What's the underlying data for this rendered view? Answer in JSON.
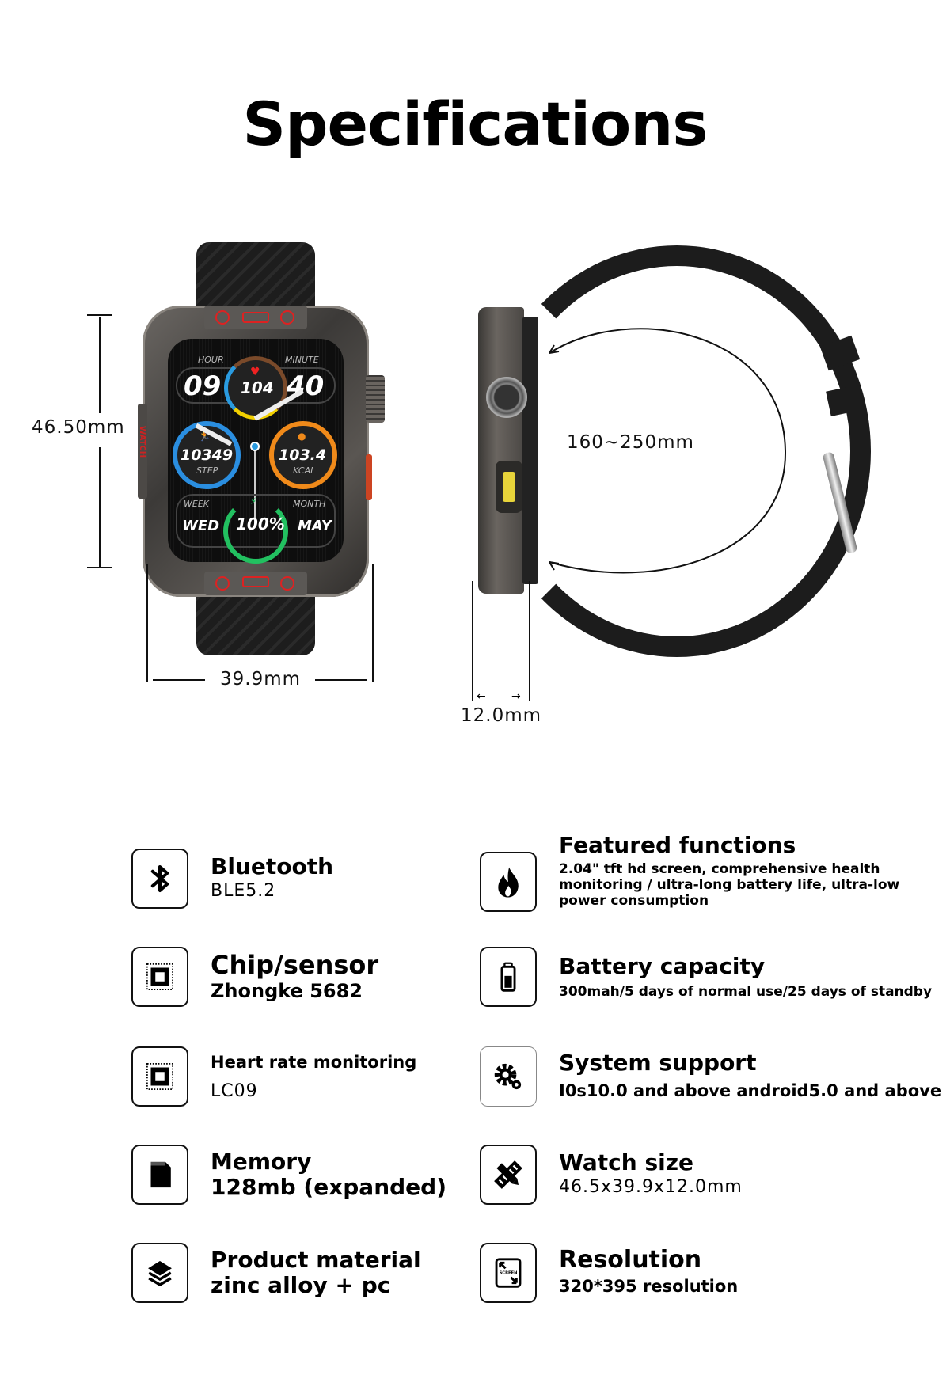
{
  "page": {
    "title": "Specifications"
  },
  "watch_front": {
    "face": {
      "hour_label": "HOUR",
      "minute_label": "MINUTE",
      "hour": "09",
      "minute": "40",
      "heart_rate": "104",
      "steps": "10349",
      "steps_label": "STEP",
      "kcal": "103.4",
      "kcal_label": "KCAL",
      "week_label": "WEEK",
      "month_label": "MONTH",
      "weekday": "WED",
      "month": "MAY",
      "battery": "100%"
    },
    "side_button_label": "WATCH",
    "colors": {
      "accent_red": "#dd2222",
      "heart_ring_blue": "#2a9be0",
      "heart_ring_green": "#2ecc55",
      "heart_ring_yellow": "#f2d000",
      "heart_ring_brown": "#7a4a2a",
      "steps_ring": "#2a8ee0",
      "kcal_ring": "#f08a1a",
      "battery_ring": "#22c060"
    }
  },
  "dimensions": {
    "height": "46.50mm",
    "width": "39.9mm",
    "thickness": "12.0mm",
    "strap_range": "160~250mm"
  },
  "specs": {
    "left": [
      {
        "icon": "bluetooth-icon",
        "title": "Bluetooth",
        "value": "BLE5.2"
      },
      {
        "icon": "chip-icon",
        "title": "Chip/sensor",
        "value": "Zhongke 5682"
      },
      {
        "icon": "chip-icon",
        "title": "Heart rate monitoring",
        "value": "LC09"
      },
      {
        "icon": "sd-card-icon",
        "title": "Memory",
        "value": "128mb (expanded)"
      },
      {
        "icon": "layers-icon",
        "title": "Product material",
        "value": "zinc alloy + pc"
      }
    ],
    "right": [
      {
        "icon": "flame-icon",
        "title": "Featured functions",
        "value": "2.04\" tft hd screen, comprehensive health monitoring / ultra-long battery life, ultra-low power consumption"
      },
      {
        "icon": "battery-icon",
        "title": "Battery capacity",
        "value": "300mah/5 days of normal use/25 days of standby"
      },
      {
        "icon": "gears-icon",
        "title": "System support",
        "value": "I0s10.0 and above android5.0 and above"
      },
      {
        "icon": "ruler-pencil-icon",
        "title": "Watch size",
        "value": "46.5x39.9x12.0mm"
      },
      {
        "icon": "screen-resize-icon",
        "title": "Resolution",
        "value": "320*395 resolution",
        "icon_text": "SCREEN"
      }
    ]
  }
}
